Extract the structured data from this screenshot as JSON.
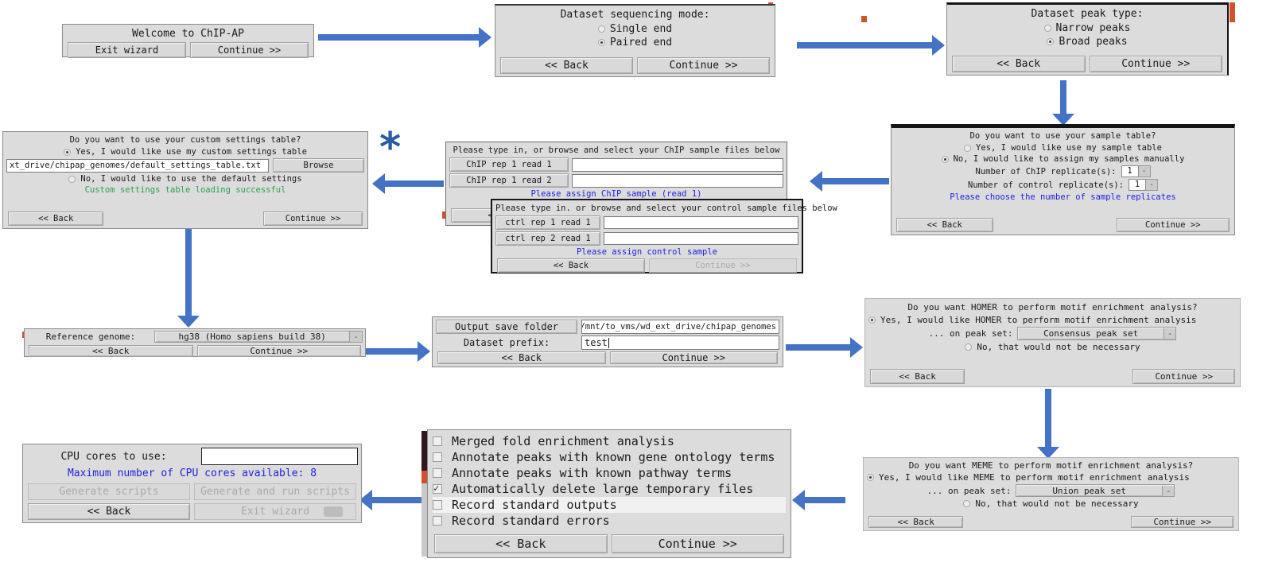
{
  "colors": {
    "arrow": "#4472C4",
    "hint-blue": "#2121DE",
    "status-green": "#2EA052",
    "accent-orange": "#D0512C",
    "aubergine": "#331522",
    "maroon": "#461524"
  },
  "annotations": {
    "asterisk": "*"
  },
  "ui": {
    "dropdown_indicator": "-",
    "spin_indicator": "-"
  },
  "dialogs": {
    "welcome": {
      "title": "Welcome to ChIP-AP",
      "exit": "Exit wizard",
      "continue": "Continue >>"
    },
    "sequencing_mode": {
      "title": "Dataset sequencing mode:",
      "options": [
        {
          "label": "Single end",
          "selected": false
        },
        {
          "label": "Paired end",
          "selected": true
        }
      ],
      "back": "<< Back",
      "continue": "Continue >>"
    },
    "peak_type": {
      "title": "Dataset peak type:",
      "options": [
        {
          "label": "Narrow peaks",
          "selected": false
        },
        {
          "label": "Broad peaks",
          "selected": true
        }
      ],
      "back": "<< Back",
      "continue": "Continue >>"
    },
    "sample_table": {
      "title": "Do you want to use your sample table?",
      "options": [
        {
          "label": "Yes, I would like use my sample table",
          "selected": false
        },
        {
          "label": "No, I would like to assign my samples manually",
          "selected": true
        }
      ],
      "chip_replicates": {
        "label": "Number of ChIP replicate(s):",
        "value": "1"
      },
      "control_replicates": {
        "label": "Number of control replicate(s):",
        "value": "1"
      },
      "hint": "Please choose the number of sample replicates",
      "back": "<< Back",
      "continue": "Continue >>"
    },
    "chip_samples": {
      "title": "Please type in, or browse and select your ChIP sample files below",
      "rows": [
        {
          "label": "ChIP rep 1 read 1",
          "value": ""
        },
        {
          "label": "ChIP rep 1 read 2",
          "value": ""
        }
      ],
      "hint": "Please assign ChIP sample (read 1)",
      "back": "<< Back"
    },
    "control_samples": {
      "title": "Please type in. or browse and select your control sample files below",
      "rows": [
        {
          "label": "ctrl rep 1 read 1",
          "value": ""
        },
        {
          "label": "ctrl rep 2 read 1",
          "value": ""
        }
      ],
      "hint": "Please assign control sample",
      "back": "<< Back",
      "continue": "Continue >>"
    },
    "custom_settings": {
      "title": "Do you want to use your custom settings table?",
      "yes_option": {
        "label": "Yes, I would like use my custom settings table",
        "selected": true
      },
      "path_value": "xt_drive/chipap_genomes/default_settings_table.txt",
      "browse": "Browse",
      "no_option": {
        "label": "No, I would like to use the default settings",
        "selected": false
      },
      "status": "Custom settings table loading successful",
      "back": "<< Back",
      "continue": "Continue >>"
    },
    "reference_genome": {
      "label": "Reference genome:",
      "value": "hg38 (Homo sapiens build 38)",
      "back": "<< Back",
      "continue": "Continue >>"
    },
    "output": {
      "folder_label": "Output save folder",
      "folder_value": "/mnt/to_vms/wd_ext_drive/chipap_genomes",
      "prefix_label": "Dataset prefix:",
      "prefix_value": "test",
      "back": "<< Back",
      "continue": "Continue >>"
    },
    "homer": {
      "title": "Do you want HOMER to perform motif enrichment analysis?",
      "yes_option": {
        "label": "Yes, I would like HOMER to perform motif enrichment analysis",
        "selected": true
      },
      "peak_set_label": "... on peak set:",
      "peak_set_value": "Consensus peak set",
      "no_option": {
        "label": "No, that would not be necessary",
        "selected": false
      },
      "back": "<< Back",
      "continue": "Continue >>"
    },
    "meme": {
      "title": "Do you want MEME to perform motif enrichment analysis?",
      "yes_option": {
        "label": "Yes, I would like MEME to perform motif enrichment analysis",
        "selected": true
      },
      "peak_set_label": "... on peak set:",
      "peak_set_value": "Union peak set",
      "no_option": {
        "label": "No, that would not be necessary",
        "selected": false
      },
      "back": "<< Back",
      "continue": "Continue >>"
    },
    "processing_options": {
      "items": [
        {
          "label": "Merged fold enrichment analysis",
          "checked": false
        },
        {
          "label": "Annotate peaks with known gene ontology terms",
          "checked": false
        },
        {
          "label": "Annotate peaks with known pathway terms",
          "checked": false
        },
        {
          "label": "Automatically delete large temporary files",
          "checked": true
        },
        {
          "label": "Record standard outputs",
          "checked": false
        },
        {
          "label": "Record standard errors",
          "checked": false
        }
      ],
      "back": "<< Back",
      "continue": "Continue >>"
    },
    "cpu": {
      "label": "CPU cores to use:",
      "value": "",
      "hint": "Maximum number of CPU cores available: 8",
      "generate": "Generate scripts",
      "generate_run": "Generate and run scripts",
      "back": "<< Back",
      "exit": "Exit wizard"
    }
  }
}
